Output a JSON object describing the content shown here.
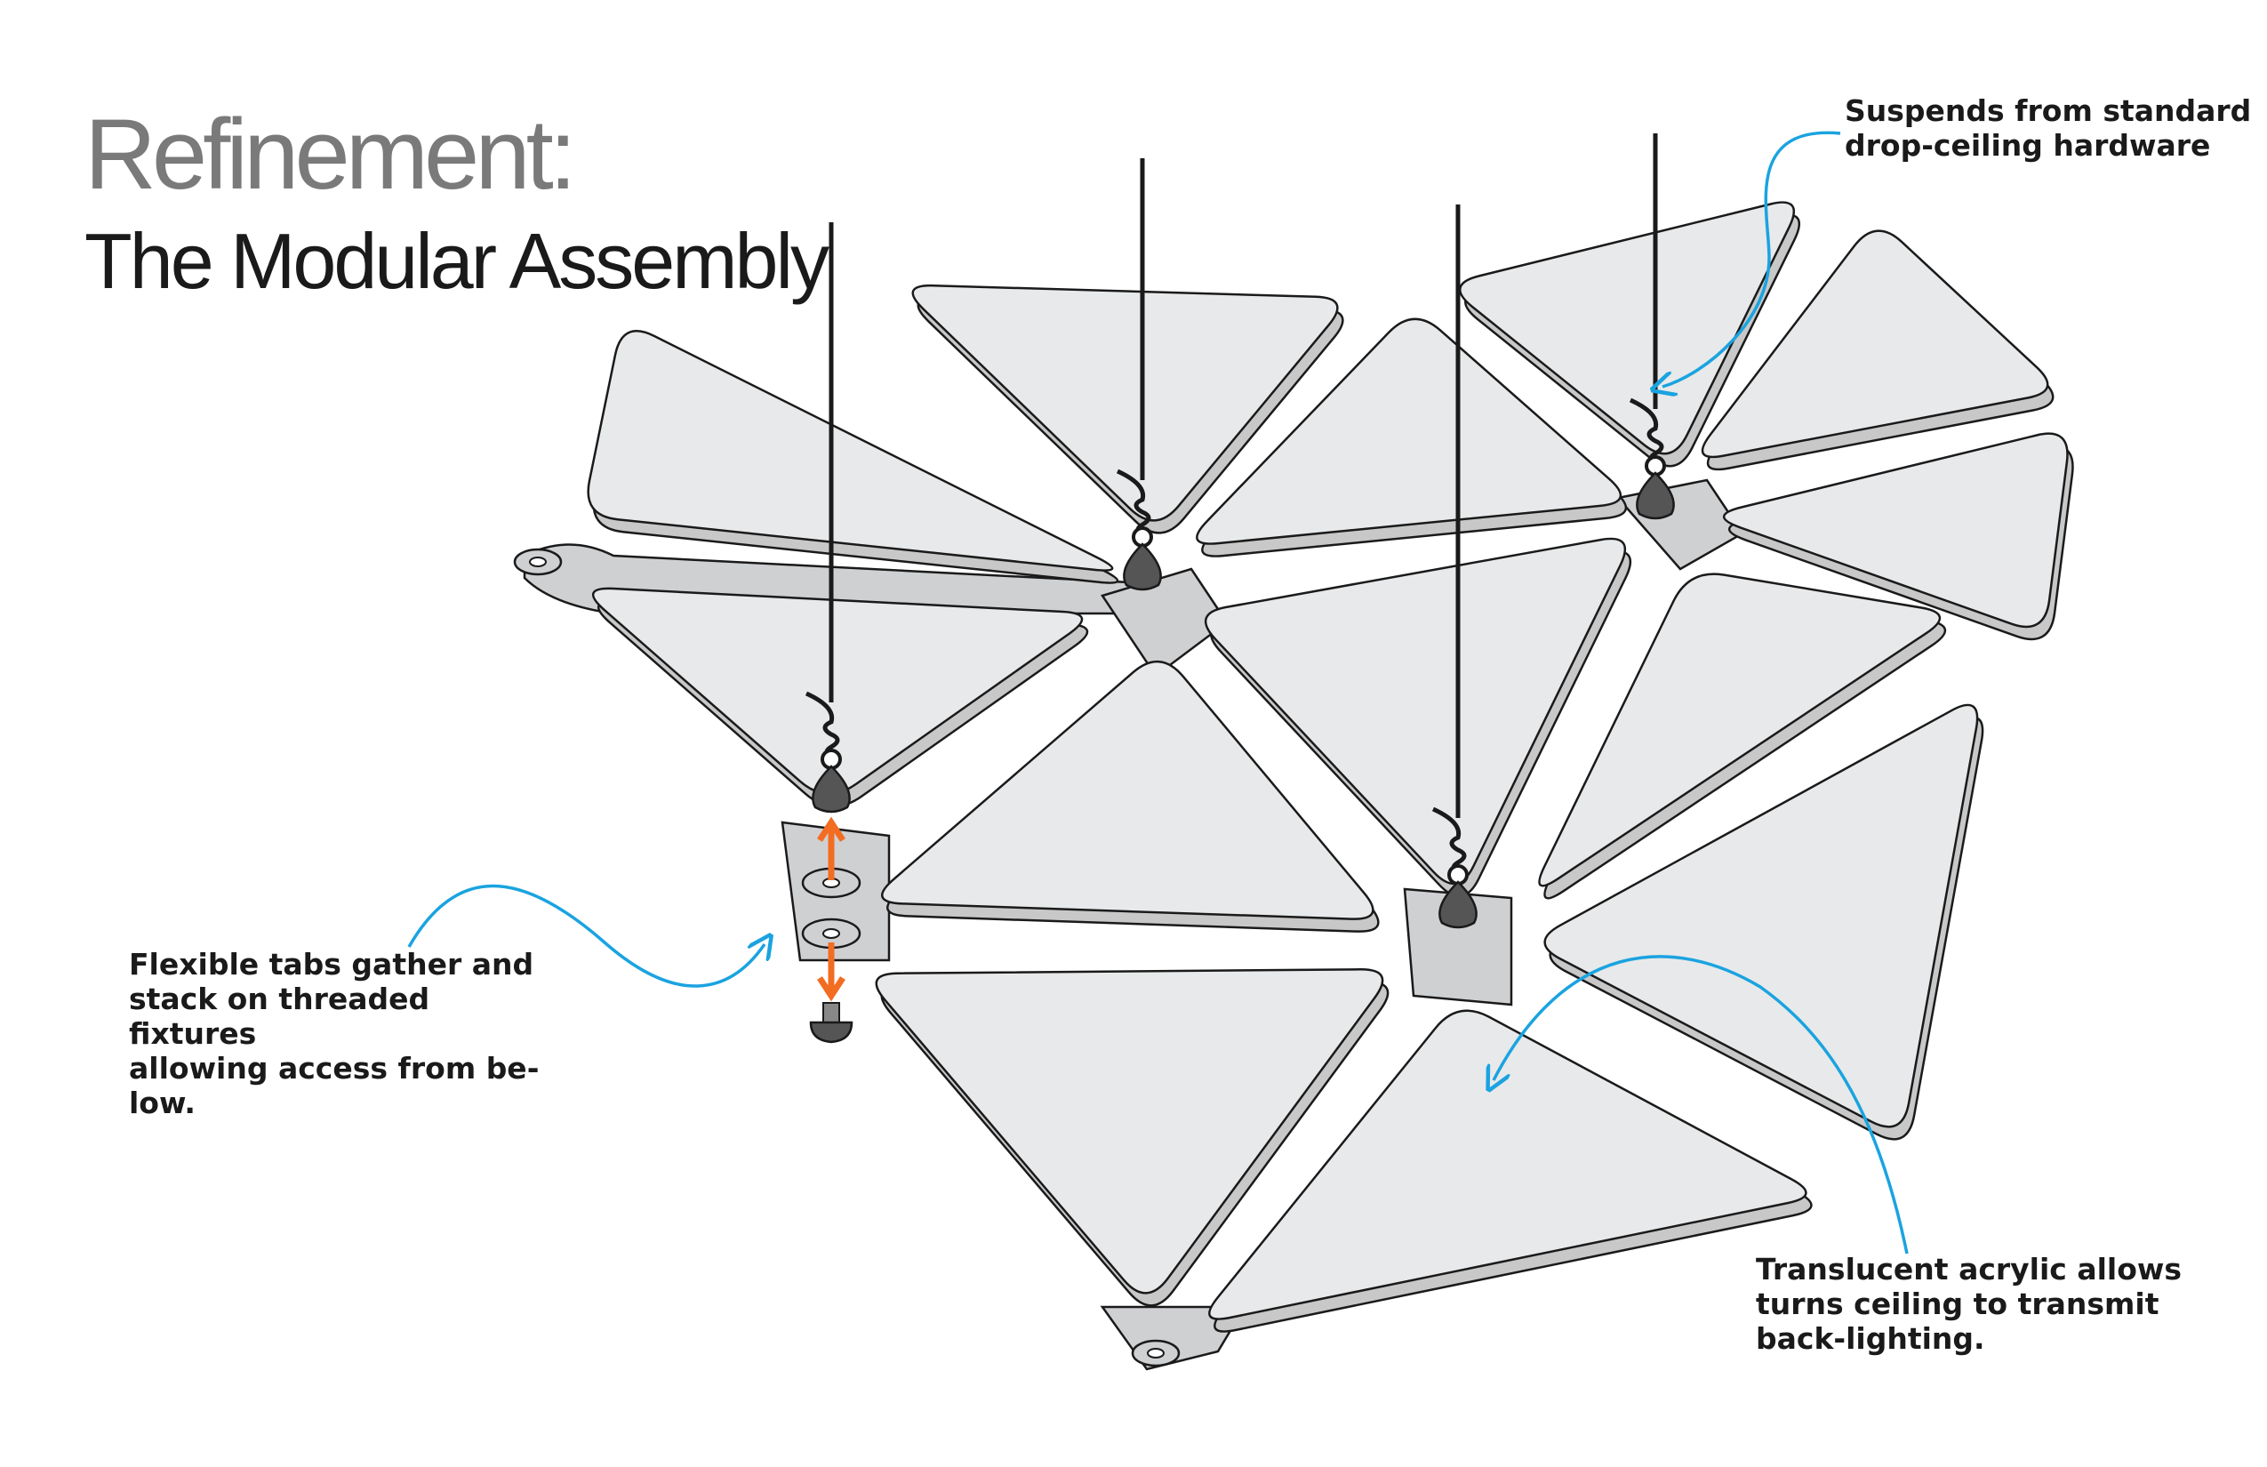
{
  "title": {
    "line1": "Refinement:",
    "line2": "The Modular Assembly"
  },
  "annotations": {
    "tabs": "Flexible tabs gather and\nstack on threaded fixtures\nallowing access from be-\nlow.",
    "ceiling": "Suspends from standard\ndrop-ceiling hardware",
    "acrylic": "Translucent acrylic allows\nturns ceiling to transmit\nback-lighting."
  },
  "colors": {
    "panel_fill": "#e8e9ea",
    "panel_edge": "#c8c8c8",
    "outline": "#1a1a1a",
    "hub": "#555555",
    "leader": "#1aa3e0",
    "arrow": "#f26c22"
  }
}
